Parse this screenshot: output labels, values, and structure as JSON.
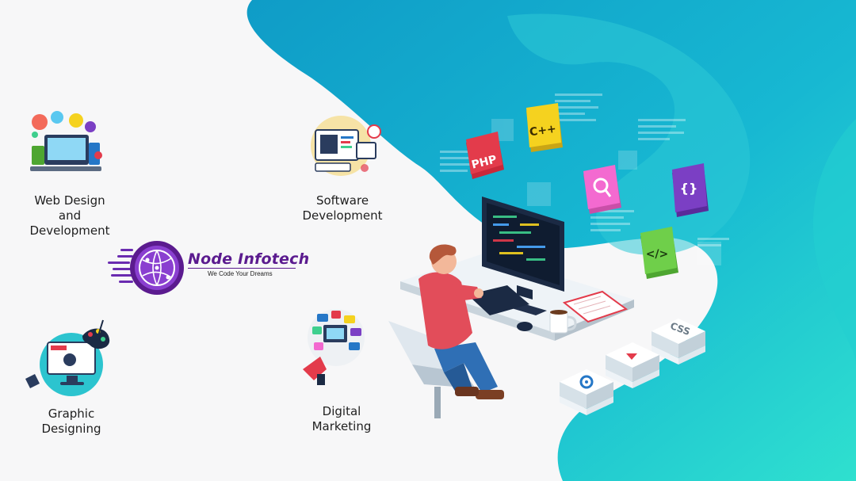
{
  "brand": {
    "name": "Node Infotech",
    "tagline": "We Code Your Dreams"
  },
  "services": [
    {
      "label_line1": "Web Design",
      "label_line2": "and Development"
    },
    {
      "label_line1": "Software Development"
    },
    {
      "label_line1": "Graphic Designing"
    },
    {
      "label_line1": "Digital Marketing"
    }
  ],
  "code_tiles": {
    "php": "PHP",
    "cpp": "C++",
    "braces": "{}",
    "tag": "</>"
  },
  "css_block": "CSS",
  "colors": {
    "background": "#f7f7f8",
    "teal_primary": "#1bbfd0",
    "teal_dark": "#0f8fb0",
    "purple_brand": "#5b1b8f",
    "php_red": "#e33b4b",
    "cpp_yellow": "#f5d21f",
    "search_pink": "#f36ad0",
    "braces_purple": "#7b3fc4",
    "tag_green": "#6fcf4a"
  }
}
